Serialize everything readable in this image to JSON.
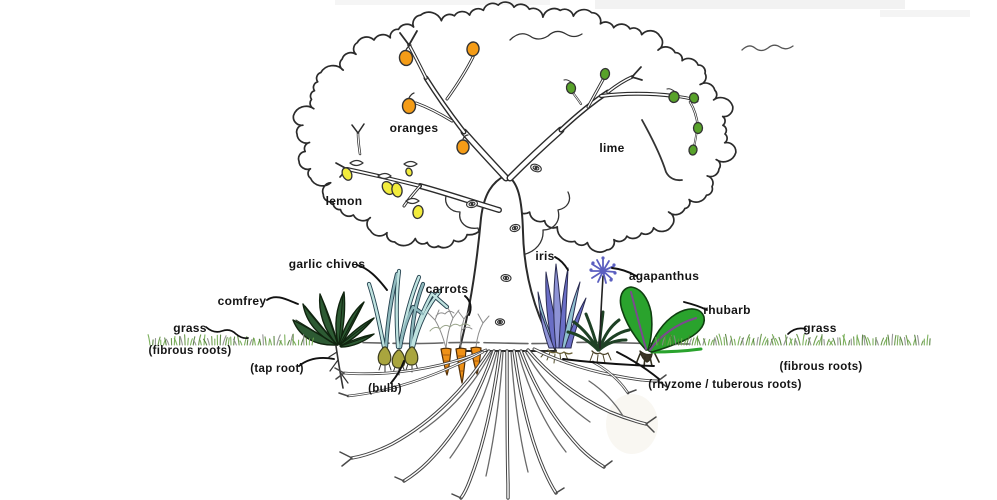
{
  "labels": {
    "oranges": "oranges",
    "lime": "lime",
    "lemon": "lemon",
    "garlic_chives": "garlic chives",
    "comfrey": "comfrey",
    "carrots": "carrots",
    "iris": "iris",
    "agapanthus": "agapanthus",
    "rhubarb": "rhubarb",
    "grass_left": "grass",
    "fibrous_roots_left": "(fibrous roots)",
    "tap_root": "(tap root)",
    "bulb": "(bulb)",
    "rhyzome_tuberous": "(rhyzome / tuberous roots)",
    "grass_right": "grass",
    "fibrous_roots_right": "(fibrous roots)"
  },
  "colors": {
    "ink": "#2b2b2b",
    "orange": "#F49C17",
    "lemon": "#F2EC3C",
    "lime": "#58A22A",
    "comfrey_leaf": "#2D5A33",
    "chive_leaf_light": "#BFE3E0",
    "chive_leaf_mid": "#8FB9BD",
    "bulb_fill": "#A9A53E",
    "carrot": "#EF9116",
    "iris_violet": "#6A6EC6",
    "iris_light": "#8E93D6",
    "iris_pale": "#8FC0CF",
    "agapanthus_flower": "#5B5FC0",
    "agapanthus_leaf": "#1E4125",
    "rhubarb_leaf": "#2AA32D",
    "rhubarb_stem": "#7B4A8F",
    "grass_green": "#6FA84C",
    "root_gray": "#4a4a4a"
  }
}
